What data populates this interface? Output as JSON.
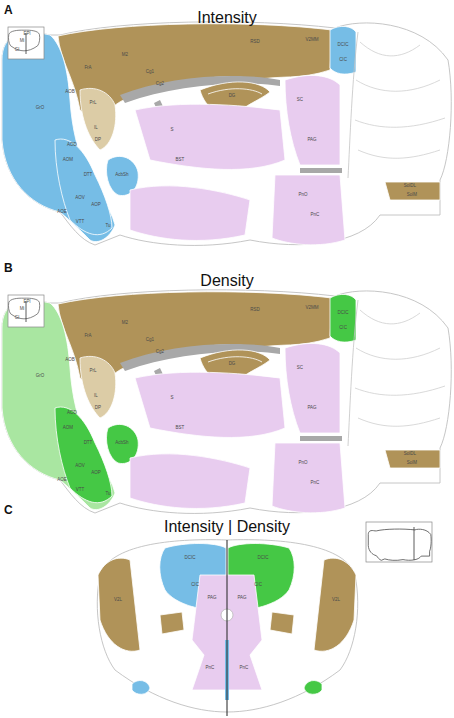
{
  "diagram": {
    "labels": [
      "A",
      "Intensity",
      "EPl",
      "Mi",
      "Gl",
      "GrO",
      "FrA",
      "M2",
      "Cg1",
      "Cg2",
      "RSD",
      "V2MM",
      "AOB",
      "PrL",
      "IL",
      "DP",
      "AOD",
      "AOM",
      "DTT",
      "AOV",
      "AOP",
      "AOE",
      "VTT",
      "Tu",
      "AcbSh",
      "S",
      "BST",
      "DG",
      "SC",
      "PAG",
      "PnO",
      "PnC",
      "DCIC",
      "CIC",
      "SolDL",
      "SolM",
      "B",
      "Density",
      "EPl",
      "Mi",
      "Gl",
      "GrO",
      "FrA",
      "M2",
      "Cg1",
      "Cg2",
      "RSD",
      "V2MM",
      "AOB",
      "PrL",
      "IL",
      "DP",
      "AOD",
      "AOM",
      "DTT",
      "AOV",
      "AOP",
      "AOE",
      "VTT",
      "Tu",
      "AcbSh",
      "S",
      "BST",
      "DG",
      "SC",
      "PAG",
      "PnO",
      "PnC",
      "DCIC",
      "CIC",
      "SolDL",
      "SolM",
      "C",
      "Intensity | Density",
      "DCIC",
      "CIC",
      "PAG",
      "PnC",
      "V2L",
      "DCIC",
      "CIC",
      "PAG",
      "PnC",
      "V2L"
    ]
  }
}
